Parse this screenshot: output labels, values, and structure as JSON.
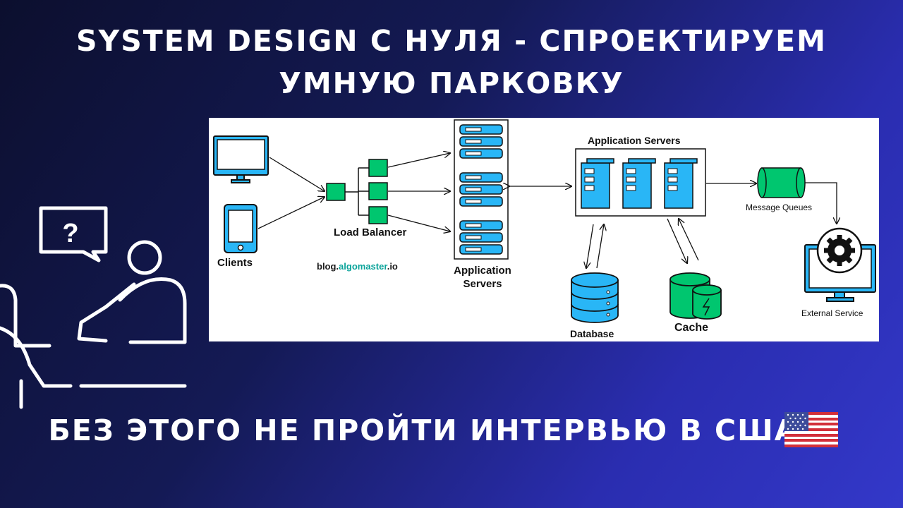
{
  "title": {
    "line1": "System Design с нуля - спроектируем",
    "line2": "умную парковку"
  },
  "bottom_text": "Без этого не пройти интервью в США",
  "diagram": {
    "clients_label": "Clients",
    "load_balancer_label": "Load Balancer",
    "watermark_prefix": "blog.",
    "watermark_brand": "algomaster",
    "watermark_suffix": ".io",
    "app_servers_left_label": "Application Servers",
    "app_servers_group_label": "Application Servers",
    "message_queues_label": "Message Queues",
    "external_service_label": "External Service",
    "database_label": "Database",
    "cache_label": "Cache"
  },
  "colors": {
    "accent_green": "#00c66f",
    "server_blue": "#29b6f6",
    "brand_teal": "#0aa39a"
  },
  "icons": [
    "question-mark-icon",
    "flag-us-icon",
    "monitor-icon",
    "phone-icon",
    "server-rack-icon",
    "server-tower-icon",
    "database-icon",
    "cache-icon",
    "gear-icon"
  ]
}
